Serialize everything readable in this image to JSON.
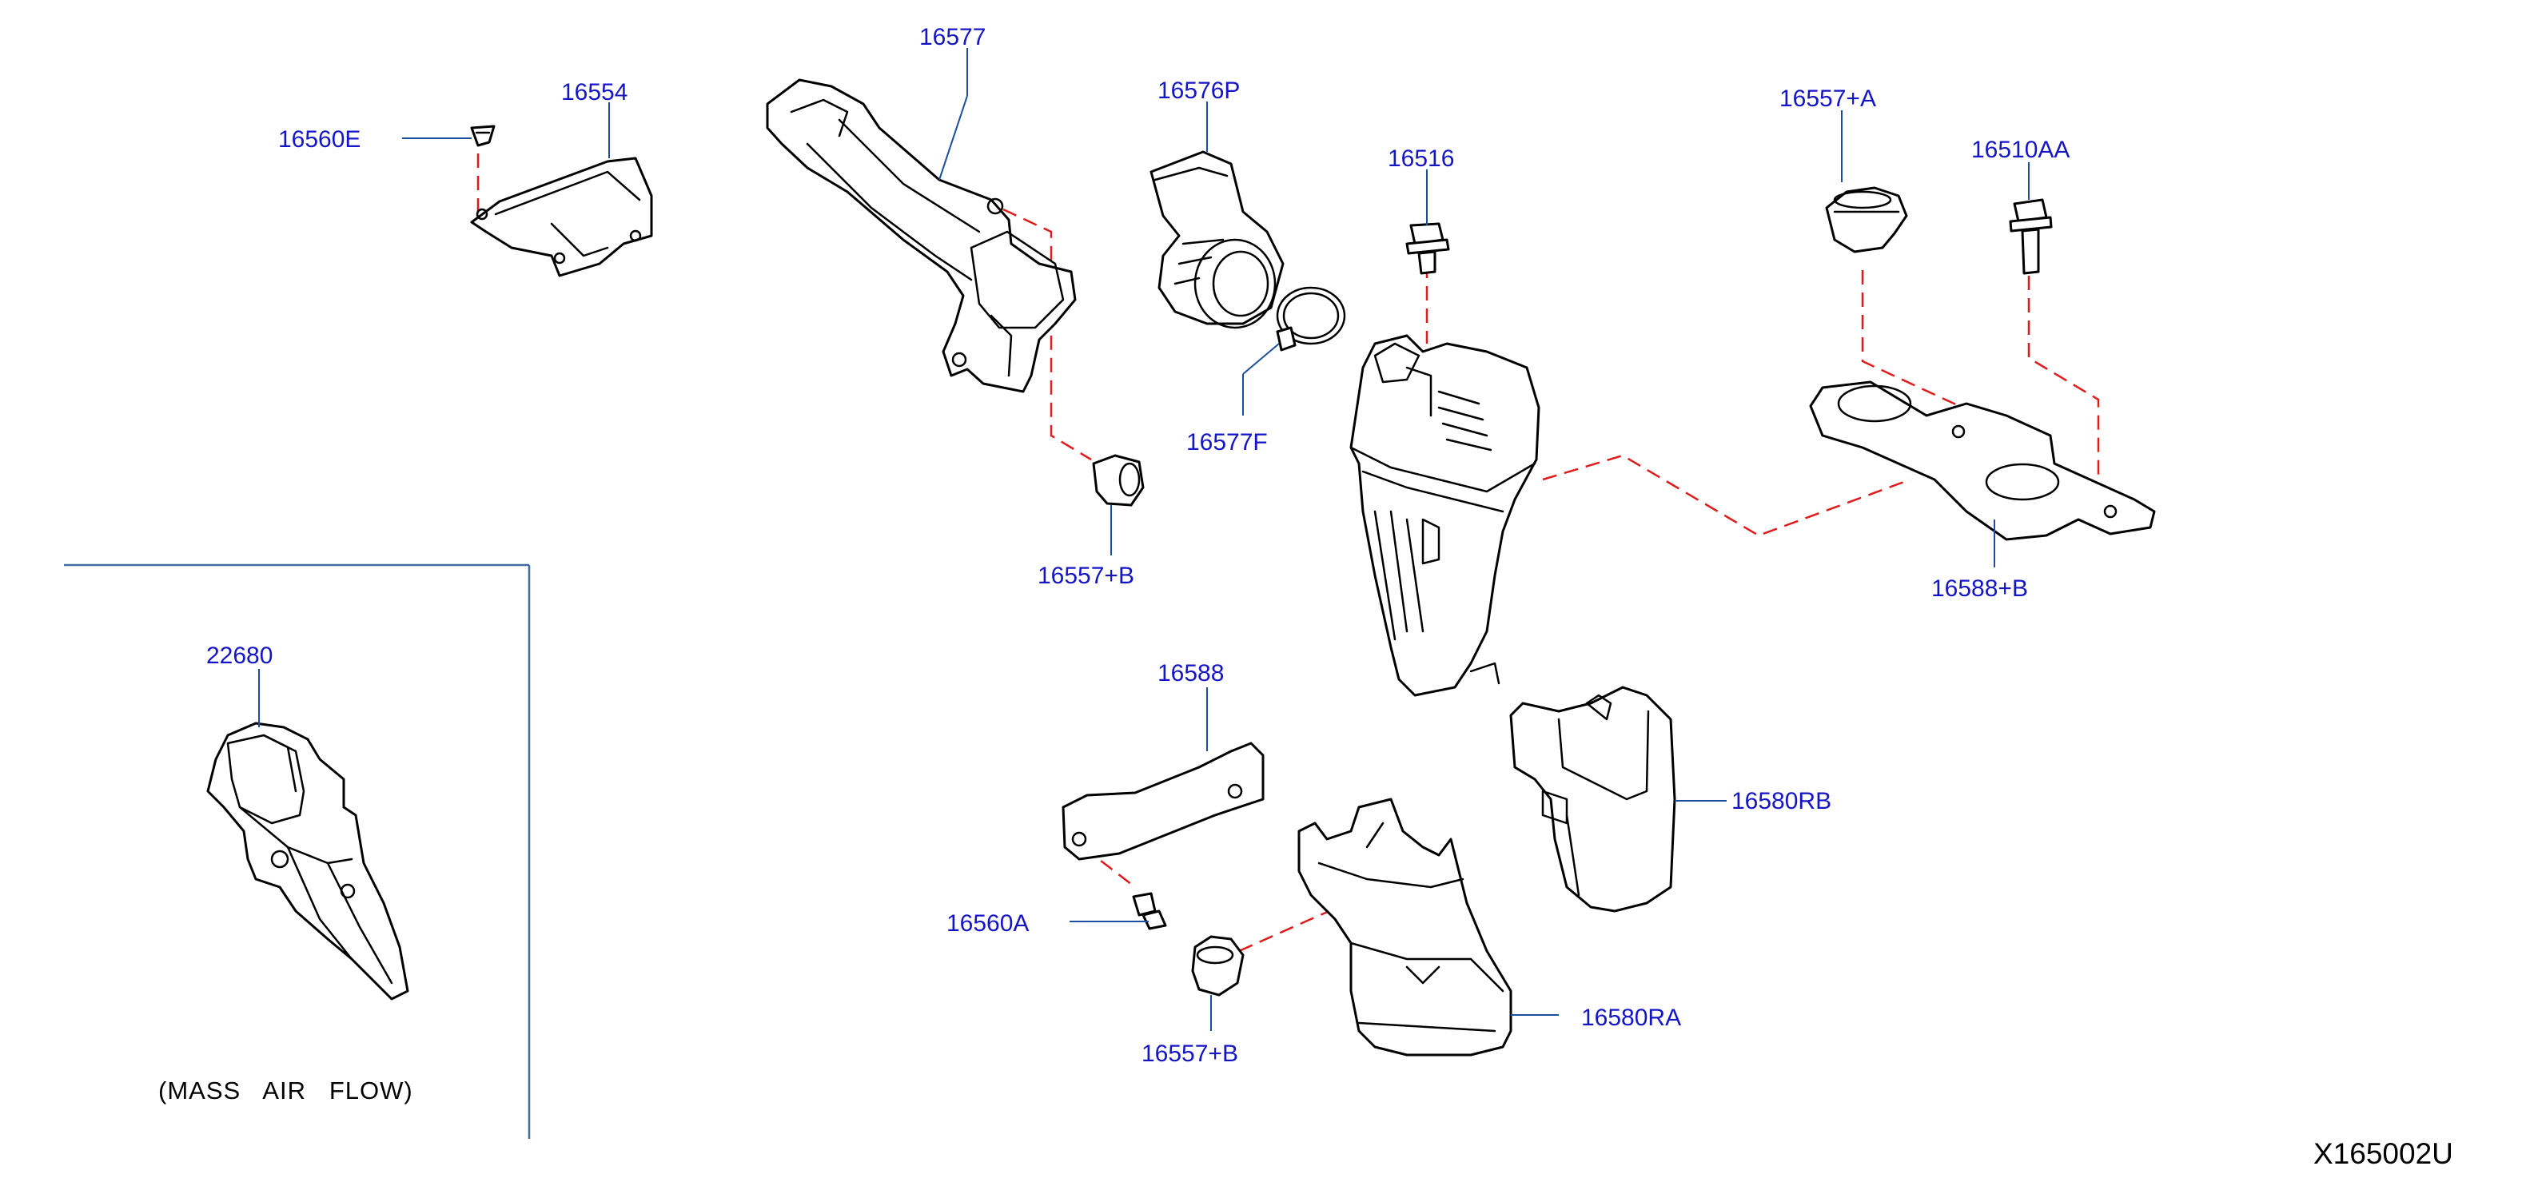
{
  "colors": {
    "label": "#1515c8",
    "leader": "#1a4fa0",
    "assembly_line": "#e01b1b",
    "line_art": "#000000",
    "frame": "#3f6a9e"
  },
  "parts": {
    "p16577": "16577",
    "p16554": "16554",
    "p16560E": "16560E",
    "p16576P": "16576P",
    "p16516": "16516",
    "p16557A": "16557+A",
    "p16510AA": "16510AA",
    "p16577F": "16577F",
    "p16557B_top": "16557+B",
    "p16588B": "16588+B",
    "p22680": "22680",
    "p16588": "16588",
    "p16580RB": "16580RB",
    "p16560A": "16560A",
    "p16580RA": "16580RA",
    "p16557B_bottom": "16557+B"
  },
  "inset_caption": "(MASS   AIR   FLOW)",
  "diagram_id": "X165002U"
}
